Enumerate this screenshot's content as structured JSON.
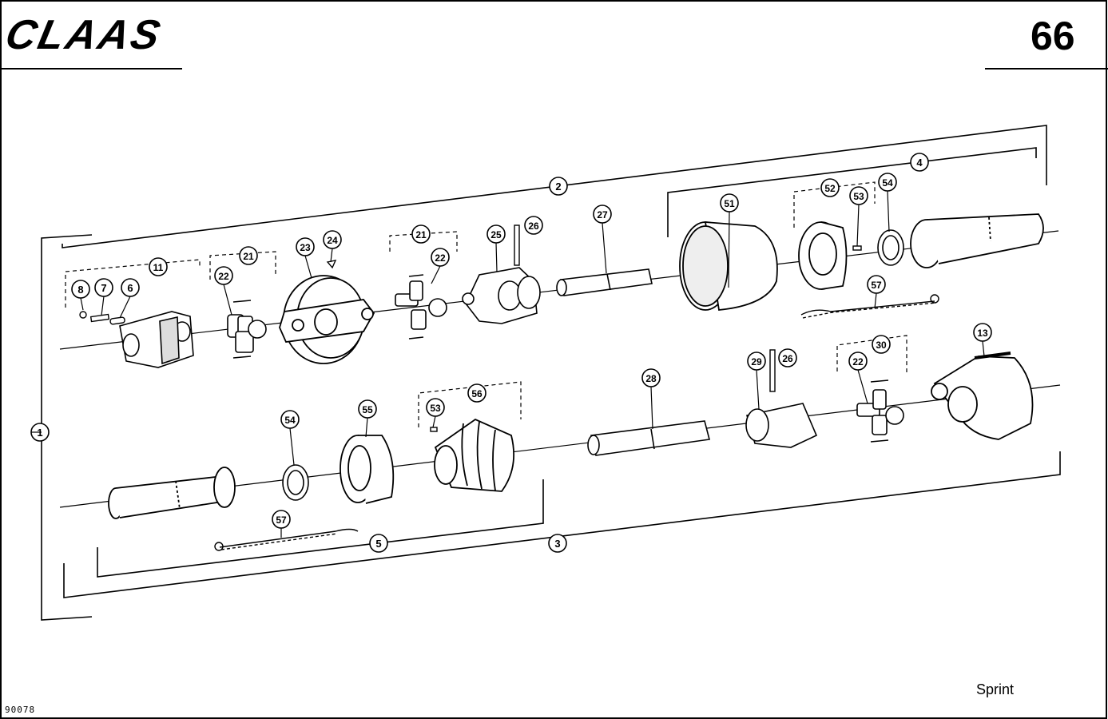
{
  "header": {
    "brand": "CLAAS",
    "page_number": "66"
  },
  "footer": {
    "model": "Sprint",
    "drawing_number": "90078"
  },
  "callouts": {
    "c1": "1",
    "c2": "2",
    "c3": "3",
    "c4": "4",
    "c5": "5",
    "c6": "6",
    "c7": "7",
    "c8": "8",
    "c11": "11",
    "c13": "13",
    "c21a": "21",
    "c21b": "21",
    "c22a": "22",
    "c22b": "22",
    "c22c": "22",
    "c23": "23",
    "c24": "24",
    "c25": "25",
    "c26a": "26",
    "c26b": "26",
    "c27": "27",
    "c28": "28",
    "c29": "29",
    "c30": "30",
    "c51": "51",
    "c52": "52",
    "c53a": "53",
    "c53b": "53",
    "c54a": "54",
    "c54b": "54",
    "c55": "55",
    "c56": "56",
    "c57a": "57",
    "c57b": "57"
  }
}
